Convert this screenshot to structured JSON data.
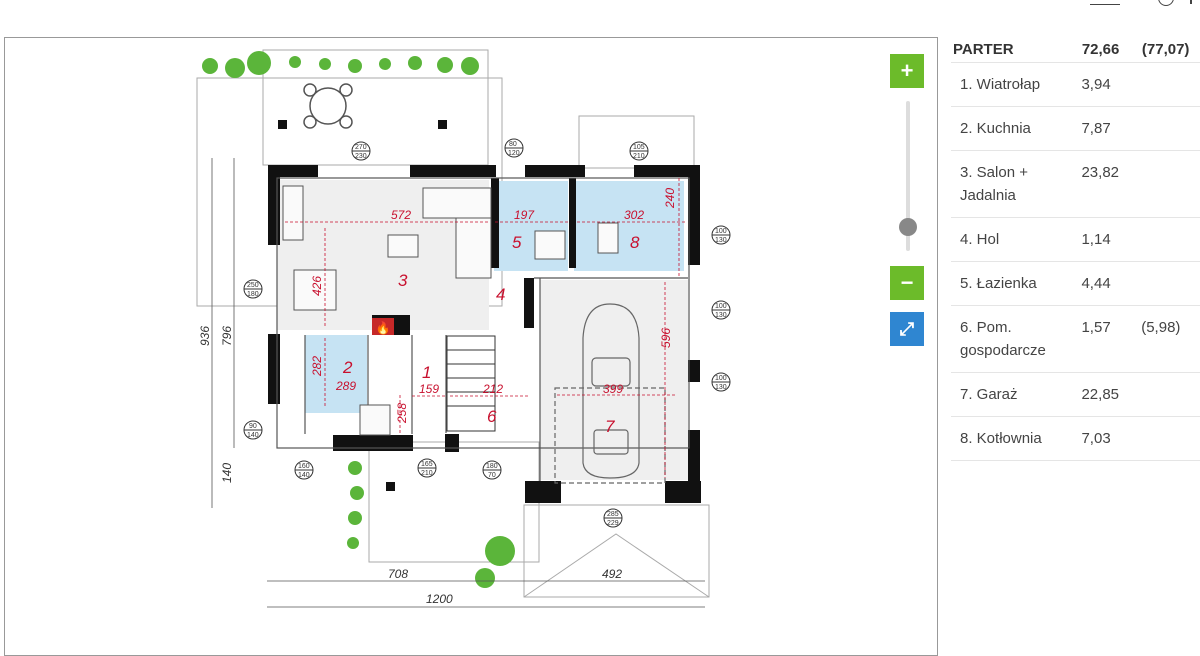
{
  "floor": {
    "name": "PARTER",
    "area": "72,66",
    "area_total": "(77,07)"
  },
  "rooms": [
    {
      "name": "1. Wiatrołap",
      "area": "3,94",
      "extra": ""
    },
    {
      "name": "2. Kuchnia",
      "area": "7,87",
      "extra": ""
    },
    {
      "name": "3. Salon + Jadalnia",
      "area": "23,82",
      "extra": ""
    },
    {
      "name": "4. Hol",
      "area": "1,14",
      "extra": ""
    },
    {
      "name": "5. Łazienka",
      "area": "4,44",
      "extra": ""
    },
    {
      "name": "6. Pom. gospodarcze",
      "area": "1,57",
      "extra": "(5,98)"
    },
    {
      "name": "7. Garaż",
      "area": "22,85",
      "extra": ""
    },
    {
      "name": "8. Kotłownia",
      "area": "7,03",
      "extra": ""
    }
  ],
  "controls": {
    "zoom_in": "+",
    "zoom_out": "−",
    "fullscreen": "⤢"
  },
  "plan_labels": {
    "room_numbers": [
      "1",
      "2",
      "3",
      "4",
      "5",
      "6",
      "7",
      "8"
    ],
    "dims": {
      "d572": "572",
      "d197": "197",
      "d302": "302",
      "d240": "240",
      "d426": "426",
      "d282": "282",
      "d289": "289",
      "d159": "159",
      "d212": "212",
      "d258": "258",
      "d596": "596",
      "d399": "399",
      "d936": "936",
      "d796": "796",
      "d140": "140",
      "d708": "708",
      "d492": "492",
      "d1200": "1200"
    },
    "windows": {
      "w1": [
        "270",
        "230"
      ],
      "w2": [
        "80",
        "120"
      ],
      "w3": [
        "105",
        "210"
      ],
      "w4": [
        "100",
        "130"
      ],
      "w5": [
        "250",
        "180"
      ],
      "w6": [
        "100",
        "130"
      ],
      "w7": [
        "100",
        "130"
      ],
      "w8": [
        "90",
        "140"
      ],
      "w9": [
        "160",
        "140"
      ],
      "w10": [
        "165",
        "210"
      ],
      "w11": [
        "180",
        "70"
      ],
      "w12": [
        "285",
        "229"
      ]
    }
  },
  "colors": {
    "accent_green": "#6cbb2a",
    "accent_blue": "#2f86d1",
    "room_blue": "#c6e3f3",
    "dim_red": "#c8102e"
  }
}
